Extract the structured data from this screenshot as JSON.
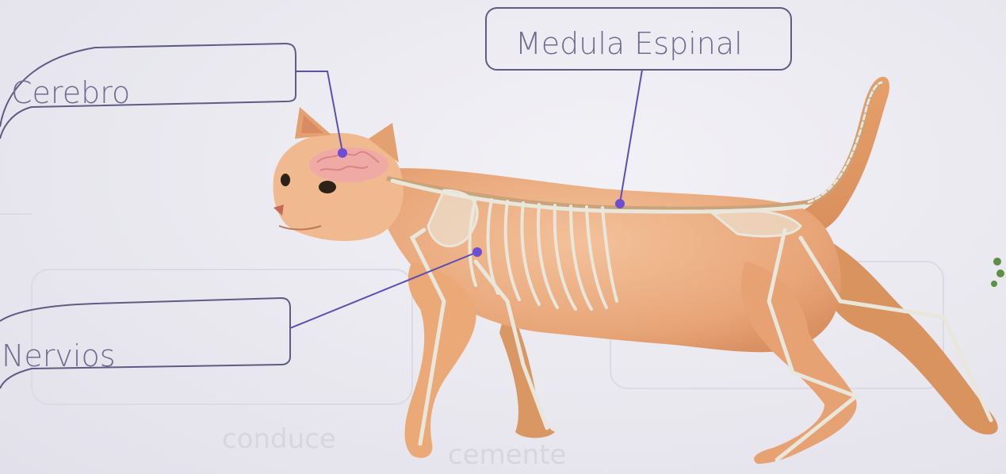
{
  "labels": {
    "brain": "Cerebro",
    "spinal_cord": "Medula Espinal",
    "nerves": "Nervios"
  },
  "bleed_text": [
    "conduce",
    "cemente"
  ]
}
